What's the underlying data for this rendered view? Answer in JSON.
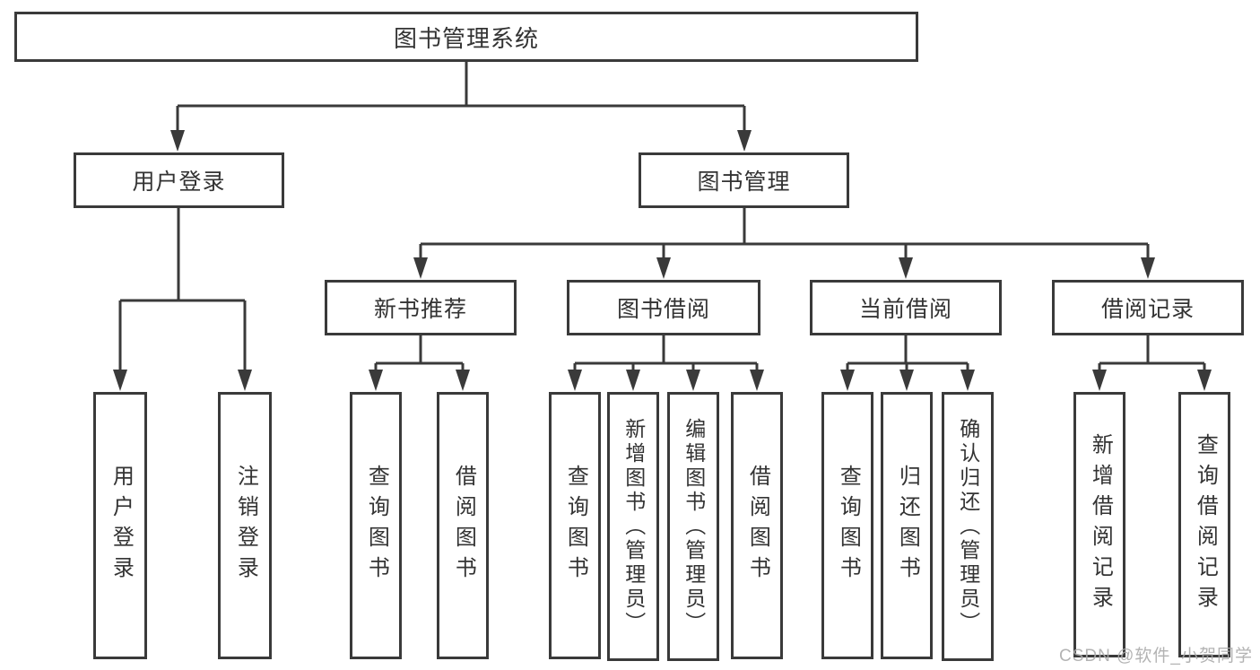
{
  "diagram": {
    "type": "hierarchy-tree",
    "root": "图书管理系统",
    "branches": [
      {
        "label": "用户登录",
        "children": [
          {
            "label": "用户登录"
          },
          {
            "label": "注销登录"
          }
        ]
      },
      {
        "label": "图书管理",
        "groups": [
          {
            "label": "新书推荐",
            "children": [
              {
                "label": "查询图书"
              },
              {
                "label": "借阅图书"
              }
            ]
          },
          {
            "label": "图书借阅",
            "children": [
              {
                "label": "查询图书"
              },
              {
                "label": "新增图书（管理员）"
              },
              {
                "label": "编辑图书（管理员）"
              },
              {
                "label": "借阅图书"
              }
            ]
          },
          {
            "label": "当前借阅",
            "children": [
              {
                "label": "查询图书"
              },
              {
                "label": "归还图书"
              },
              {
                "label": "确认归还（管理员）"
              }
            ]
          },
          {
            "label": "借阅记录",
            "children": [
              {
                "label": "新增借阅记录"
              },
              {
                "label": "查询借阅记录"
              }
            ]
          }
        ]
      }
    ],
    "colors": {
      "line": "#3a3a3a",
      "text": "#333333",
      "background": "#ffffff",
      "watermark": "#ababab"
    },
    "watermark": "CSDN @软件_小贺同学"
  }
}
